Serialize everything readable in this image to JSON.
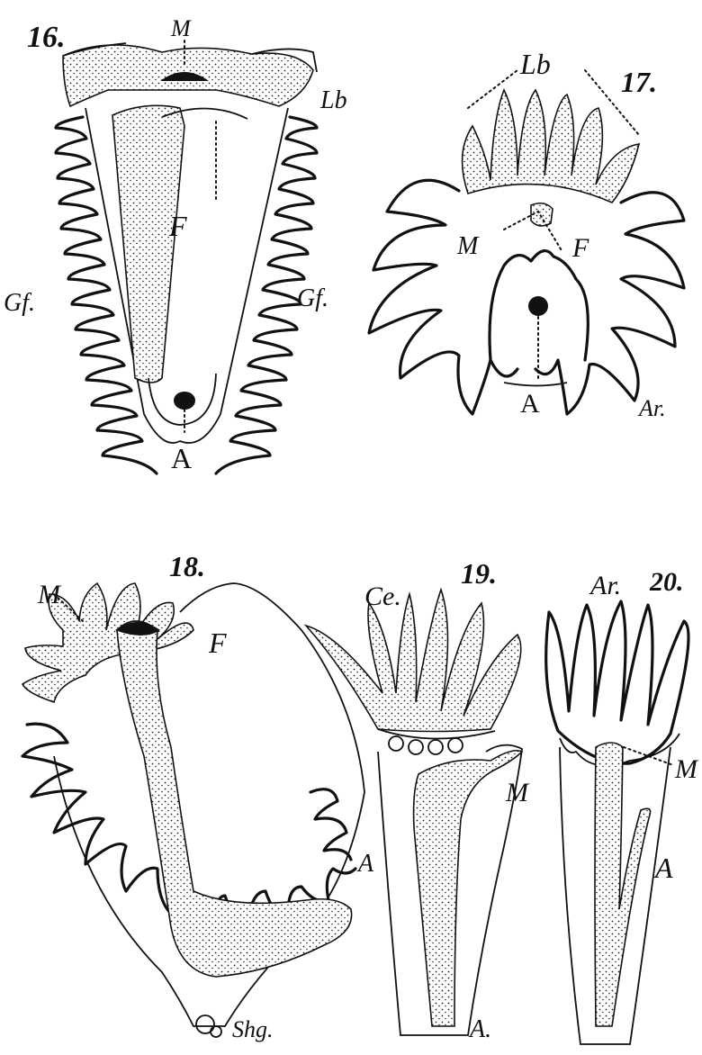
{
  "figures": [
    {
      "id": "16",
      "number": "16.",
      "labels": {
        "mouth": "M",
        "lobe": "Lb",
        "foot": "F",
        "gill_left": "Gf.",
        "gill_right": "Gf.",
        "anus": "A"
      }
    },
    {
      "id": "17",
      "number": "17.",
      "labels": {
        "lobe": "Lb",
        "mouth": "M",
        "foot": "F",
        "anus": "A",
        "arm": "Ar."
      }
    },
    {
      "id": "18",
      "number": "18.",
      "labels": {
        "mouth": "M",
        "foot": "F",
        "anus": "A",
        "shell_gland": "Shg."
      }
    },
    {
      "id": "19",
      "number": "19.",
      "labels": {
        "cephalic": "Ce.",
        "mouth": "M",
        "anus": "A."
      }
    },
    {
      "id": "20",
      "number": "20.",
      "labels": {
        "arm": "Ar.",
        "mouth": "M",
        "anus": "A"
      }
    }
  ]
}
